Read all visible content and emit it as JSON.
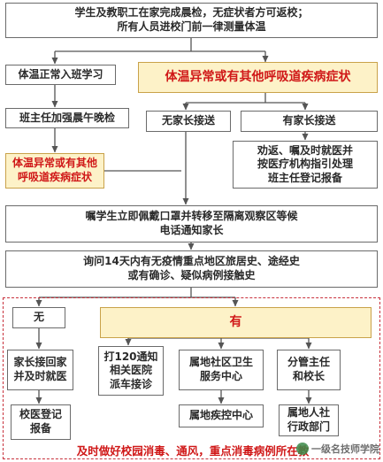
{
  "nodes": {
    "top": "学生及教职工在家完成晨检，无症状者方可返校；\n所有人员进校门前一律测量体温",
    "normal_temp": "体温正常入班学习",
    "abnormal_temp_main": "体温异常或有其他呼吸道疾病症状",
    "teacher_check": "班主任加强晨午晚检",
    "no_parent": "无家长接送",
    "has_parent": "有家长接送",
    "abnormal_temp_left": "体温异常或有其他\n呼吸道疾病症状",
    "advise_medical": "劝返、嘱及时就医并\n按医疗机构指引处理\n班主任登记报备",
    "mask_isolate": "嘱学生立即佩戴口罩并转移至隔离观察区等候\n电话通知家长",
    "inquire": "询问14天内有无疫情重点地区旅居史、途经史\n或有确诊、疑似病例接触史",
    "none": "无",
    "has": "有",
    "parent_pickup": "家长接回家\n并及时就医",
    "school_doctor": "校医登记\n报备",
    "call_120": "打120通知\n相关医院\n派车接诊",
    "community_health": "属地社区卫生\n服务中心",
    "disease_control": "属地疾控中心",
    "vice_principal": "分管主任\n和校长",
    "hr_dept": "属地人社\n行政部门"
  },
  "bottom_note": "及时做好校园消毒、通风，重点消毒病例所在教",
  "watermark": "一级名技师学院",
  "colors": {
    "highlight_fill": "#fdf2c8",
    "highlight_text": "#d01818",
    "dashed_border": "#c8313c",
    "line": "#555555"
  }
}
